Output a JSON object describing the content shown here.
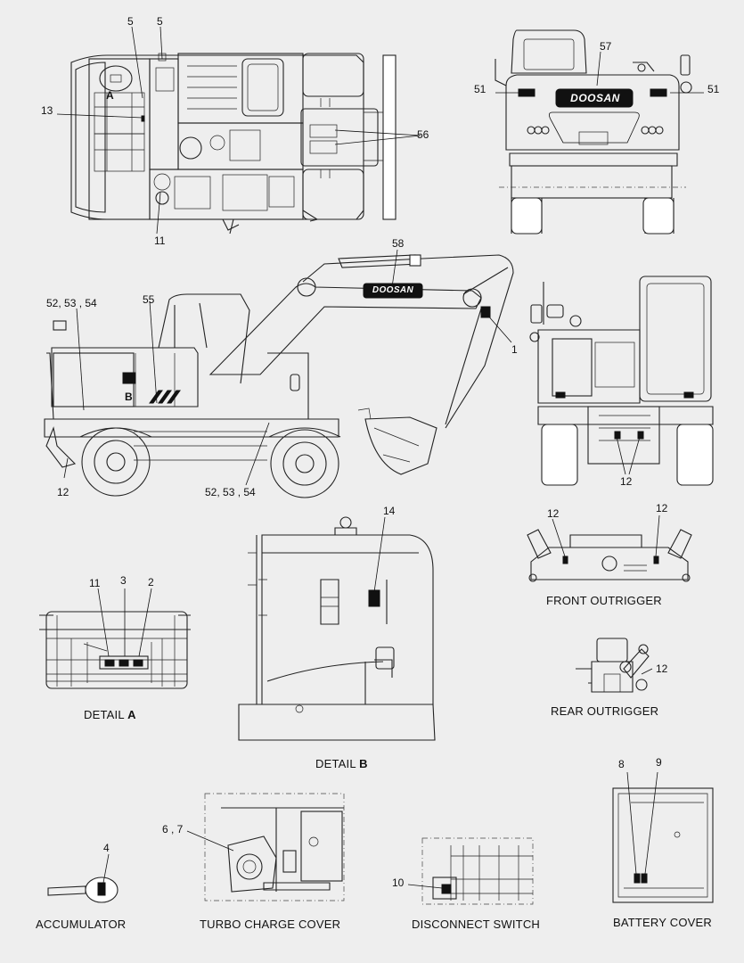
{
  "labels": {
    "n5a": "5",
    "n5b": "5",
    "n13": "13",
    "n11top": "11",
    "nA": "A",
    "n56": "56",
    "n57": "57",
    "n51l": "51",
    "n51r": "51",
    "n58": "58",
    "n5253top": "52, 53 , 54",
    "n55": "55",
    "n1": "1",
    "nB": "B",
    "n12side": "12",
    "n5253bot": "52, 53 , 54",
    "n12rear": "12",
    "n14": "14",
    "n12fo_l": "12",
    "n12fo_r": "12",
    "n11det": "11",
    "n3": "3",
    "n2": "2",
    "n12ro": "12",
    "n4": "4",
    "n67": "6 , 7",
    "n10": "10",
    "n8": "8",
    "n9": "9"
  },
  "brand": {
    "logo_text": "DOOSAN"
  },
  "captions": {
    "front_outrigger": "FRONT OUTRIGGER",
    "rear_outrigger": "REAR OUTRIGGER",
    "detail_a": {
      "prefix": "DETAIL",
      "letter": "A"
    },
    "detail_b": {
      "prefix": "DETAIL",
      "letter": "B"
    },
    "accumulator": "ACCUMULATOR",
    "turbo_charge_cover": "TURBO CHARGE COVER",
    "disconnect_switch": "DISCONNECT SWITCH",
    "battery_cover": "BATTERY COVER"
  }
}
